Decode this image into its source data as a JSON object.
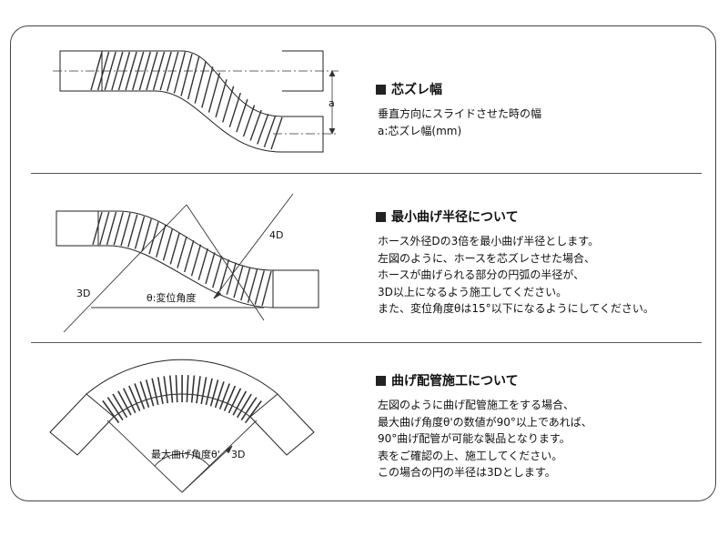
{
  "sections": [
    {
      "heading": "芯ズレ幅",
      "lines": [
        "垂直方向にスライドさせた時の幅",
        "a:芯ズレ幅(mm)"
      ],
      "figure_labels": {
        "a": "a"
      }
    },
    {
      "heading": "最小曲げ半径について",
      "lines": [
        "ホース外径Dの3倍を最小曲げ半径とします。",
        "左図のように、ホースを芯ズレさせた場合、",
        "ホースが曲げられる部分の円弧の半径が、",
        "3D以上になるよう施工してください。",
        "また、変位角度θは15°以下になるようにしてください。"
      ],
      "figure_labels": {
        "r_large": "4D",
        "r_small": "3D",
        "angle": "θ:変位角度"
      }
    },
    {
      "heading": "曲げ配管施工について",
      "lines": [
        "左図のように曲げ配管施工をする場合、",
        "最大曲げ角度θ'の数値が90°以上であれば、",
        "90°曲げ配管が可能な製品となります。",
        "表をご確認の上、施工してください。",
        "この場合の円の半径は3Dとします。"
      ],
      "figure_labels": {
        "angle": "最大曲げ角度θ'",
        "radius": "3D"
      }
    }
  ]
}
